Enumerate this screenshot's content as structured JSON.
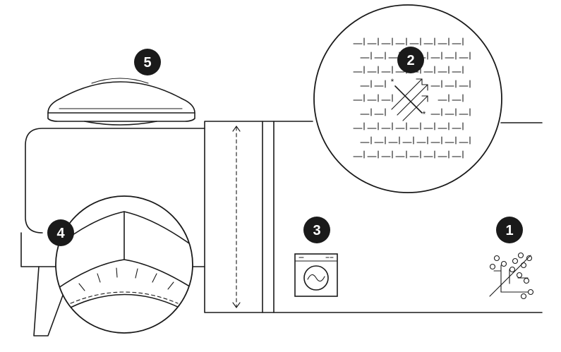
{
  "callouts": [
    {
      "id": "badge-1",
      "label": "1",
      "target": "network-icon"
    },
    {
      "id": "badge-2",
      "label": "2",
      "target": "wall-texture-magnifier"
    },
    {
      "id": "badge-3",
      "label": "3",
      "target": "washing-machine-icon"
    },
    {
      "id": "badge-4",
      "label": "4",
      "target": "counter-edge-magnifier"
    },
    {
      "id": "badge-5",
      "label": "5",
      "target": "ceiling-dome-device"
    }
  ],
  "colors": {
    "line": "#1a1a1a",
    "background": "#ffffff",
    "badge_fill": "#1a1a1a",
    "badge_text": "#ffffff"
  }
}
